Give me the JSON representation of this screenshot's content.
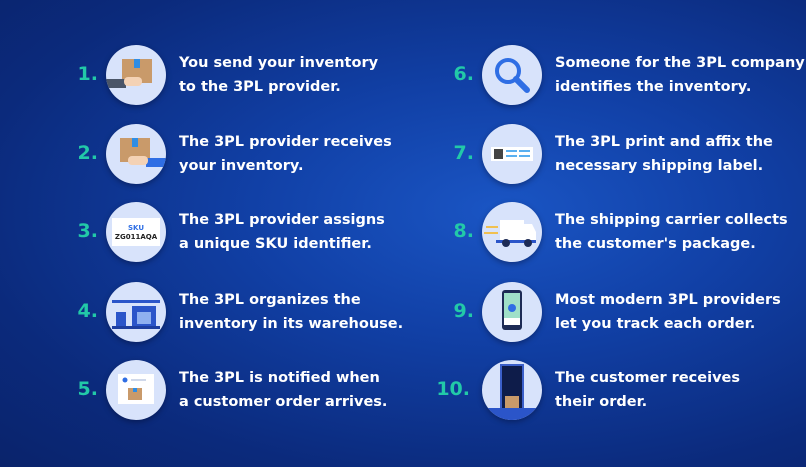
{
  "colors": {
    "number": "#22c9a8",
    "background": "#1140a6",
    "circle": "#d8e3fb"
  },
  "steps": [
    {
      "number": "1.",
      "icon": "hand-giving-box-icon",
      "lines": [
        "You send your inventory",
        "to the 3PL provider."
      ]
    },
    {
      "number": "2.",
      "icon": "hand-receiving-box-icon",
      "lines": [
        "The 3PL provider receives",
        "your inventory."
      ]
    },
    {
      "number": "3.",
      "icon": "sku-label-icon",
      "sku_title": "SKU",
      "sku_code": "ZG011AQA",
      "lines": [
        "The 3PL provider assigns",
        "a unique SKU identifier."
      ]
    },
    {
      "number": "4.",
      "icon": "warehouse-icon",
      "lines": [
        "The 3PL organizes the",
        "inventory in its warehouse."
      ]
    },
    {
      "number": "5.",
      "icon": "order-notification-icon",
      "lines": [
        "The 3PL is notified when",
        "a customer order arrives."
      ]
    },
    {
      "number": "6.",
      "icon": "magnifier-icon",
      "lines": [
        "Someone for the 3PL company",
        "identifies the inventory."
      ]
    },
    {
      "number": "7.",
      "icon": "shipping-label-icon",
      "lines": [
        "The 3PL print and affix the",
        "necessary shipping label."
      ]
    },
    {
      "number": "8.",
      "icon": "delivery-truck-icon",
      "lines": [
        "The shipping carrier collects",
        "the customer's package."
      ]
    },
    {
      "number": "9.",
      "icon": "phone-tracking-icon",
      "lines": [
        "Most modern 3PL providers",
        "let you track each order."
      ]
    },
    {
      "number": "10.",
      "icon": "doorstep-package-icon",
      "lines": [
        "The customer receives",
        "their order."
      ]
    }
  ]
}
